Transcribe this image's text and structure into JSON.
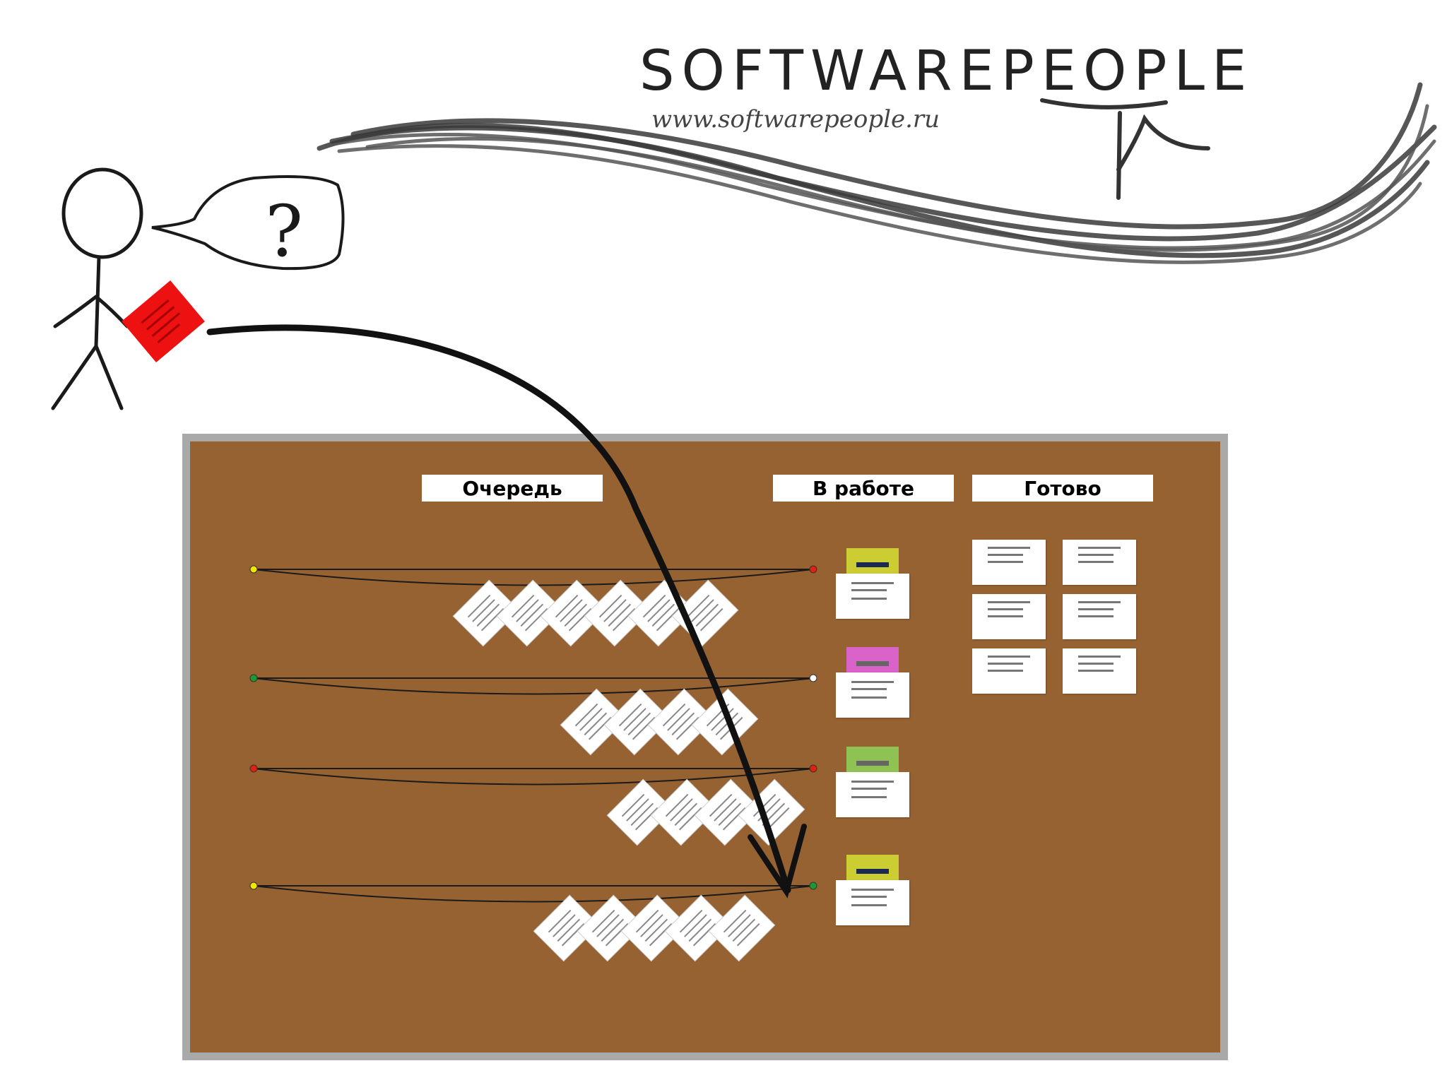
{
  "logo": {
    "name": "SOFTWAREPEOPLE",
    "url": "www.softwarepeople.ru"
  },
  "speech_bubble": {
    "text": "?"
  },
  "board": {
    "columns": [
      {
        "id": "queue",
        "label": "Очередь"
      },
      {
        "id": "in_progress",
        "label": "В работе"
      },
      {
        "id": "done",
        "label": "Готово"
      }
    ],
    "lanes": [
      {
        "queue_cards": 6,
        "left_pin": "#f5e600",
        "right_pin": "#e02010",
        "wip_tag_color": "#cccc33"
      },
      {
        "queue_cards": 4,
        "left_pin": "#1a9a30",
        "right_pin": "#ffffff",
        "wip_tag_color": "#d963c9"
      },
      {
        "queue_cards": 4,
        "left_pin": "#e02010",
        "right_pin": "#e02010",
        "wip_tag_color": "#8ec253"
      },
      {
        "queue_cards": 5,
        "left_pin": "#f5e600",
        "right_pin": "#1a9a30",
        "wip_tag_color": "#cccc33"
      }
    ],
    "done_cards": 6
  },
  "colors": {
    "board": "#976232",
    "board_frame": "#a9a9a9",
    "task_card_held": "#ee1111",
    "ink": "#111111"
  }
}
